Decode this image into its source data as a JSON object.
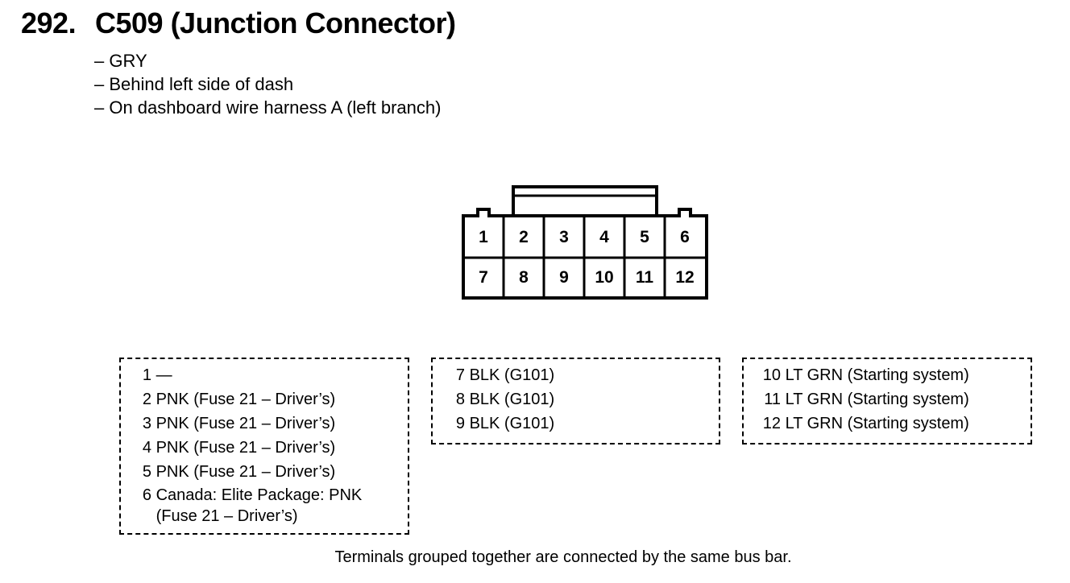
{
  "heading": {
    "number": "292.",
    "title": "C509 (Junction Connector)"
  },
  "details": [
    "– GRY",
    "– Behind left side of dash",
    "– On dashboard wire harness A (left branch)"
  ],
  "connector": {
    "top_row": [
      "1",
      "2",
      "3",
      "4",
      "5",
      "6"
    ],
    "bottom_row": [
      "7",
      "8",
      "9",
      "10",
      "11",
      "12"
    ]
  },
  "groups": [
    {
      "rows": [
        {
          "pin": "1",
          "text": "—"
        },
        {
          "pin": "2",
          "text": "PNK (Fuse 21 – Driver’s)"
        },
        {
          "pin": "3",
          "text": "PNK (Fuse 21 – Driver’s)"
        },
        {
          "pin": "4",
          "text": "PNK (Fuse 21 – Driver’s)"
        },
        {
          "pin": "5",
          "text": "PNK (Fuse 21 – Driver’s)"
        },
        {
          "pin": "6",
          "text": "Canada: Elite Package: PNK"
        },
        {
          "pin": "",
          "text": "(Fuse 21 – Driver’s)"
        }
      ]
    },
    {
      "rows": [
        {
          "pin": "7",
          "text": "BLK (G101)"
        },
        {
          "pin": "8",
          "text": "BLK (G101)"
        },
        {
          "pin": "9",
          "text": "BLK (G101)"
        }
      ]
    },
    {
      "rows": [
        {
          "pin": "10",
          "text": "LT GRN (Starting system)"
        },
        {
          "pin": "11",
          "text": "LT GRN (Starting system)"
        },
        {
          "pin": "12",
          "text": "LT GRN (Starting system)"
        }
      ]
    }
  ],
  "footer": "Terminals grouped together are connected by the same bus bar."
}
